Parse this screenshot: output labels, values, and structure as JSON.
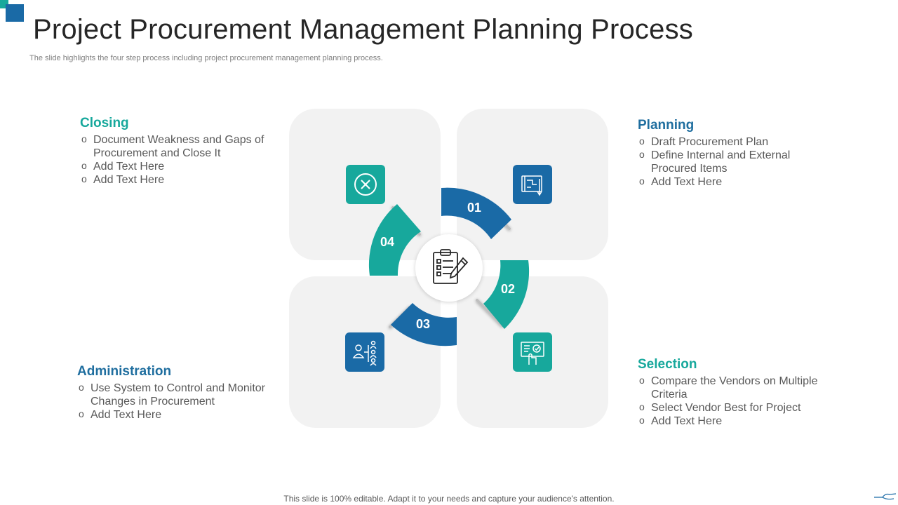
{
  "title": "Project Procurement Management Planning Process",
  "subtitle": "The slide highlights the four step process including project procurement management planning process.",
  "colors": {
    "teal": "#17a89c",
    "blue": "#1a6aa6",
    "panel": "#f2f2f2"
  },
  "center": {
    "icon": "clipboard-checklist-pencil-icon"
  },
  "steps": [
    {
      "number": "01",
      "heading": "Planning",
      "color": "#1a6aa6",
      "icon": "blueprint-plan-icon",
      "bullets": [
        "Draft Procurement Plan",
        "Define Internal  and External Procured Items",
        "Add Text Here"
      ]
    },
    {
      "number": "02",
      "heading": "Selection",
      "color": "#17a89c",
      "icon": "hand-selecting-screen-icon",
      "bullets": [
        "Compare the Vendors on Multiple Criteria",
        "Select Vendor Best for Project",
        "Add Text Here"
      ]
    },
    {
      "number": "03",
      "heading": "Administration",
      "color": "#1a6aa6",
      "icon": "org-hierarchy-icon",
      "bullets": [
        "Use System to Control and Monitor Changes in Procurement",
        "Add Text Here"
      ]
    },
    {
      "number": "04",
      "heading": "Closing",
      "color": "#17a89c",
      "icon": "close-circle-icon",
      "bullets": [
        "Document Weakness and Gaps of Procurement and Close It",
        "Add Text Here",
        "Add Text Here"
      ]
    }
  ],
  "footer": "This slide is 100% editable. Adapt it to your needs and capture your audience's attention."
}
